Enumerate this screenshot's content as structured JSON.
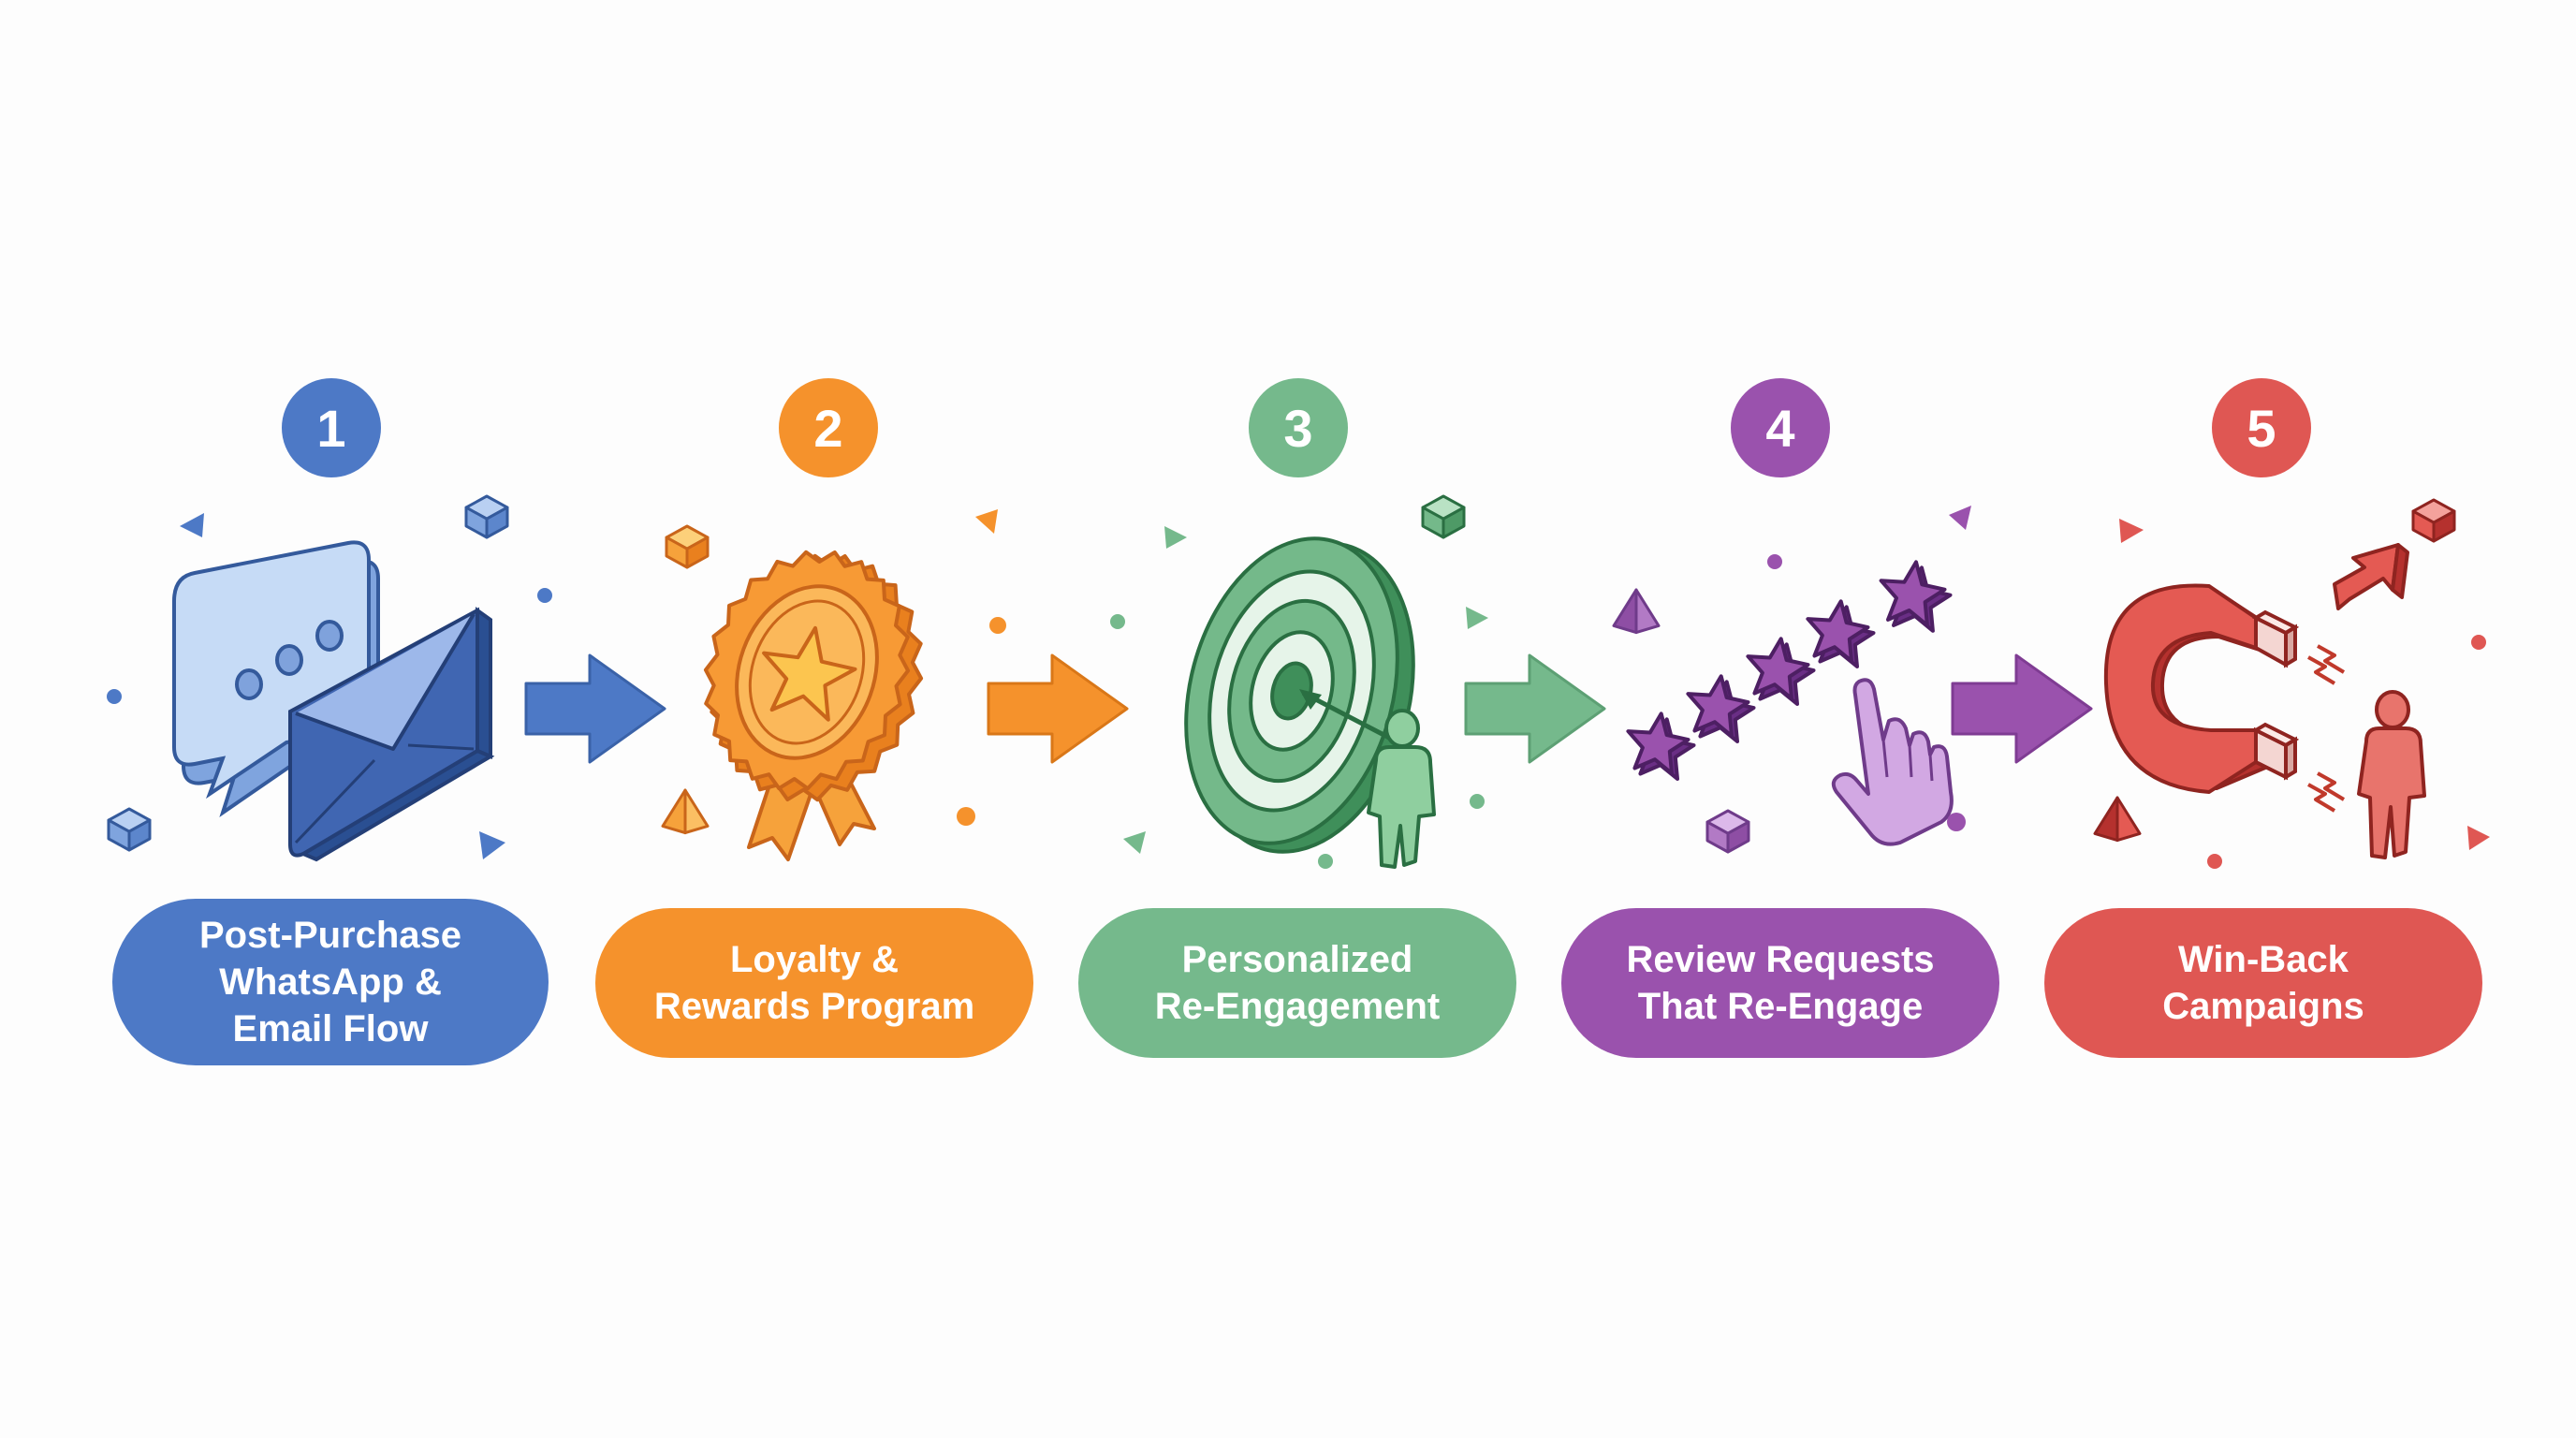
{
  "colors": {
    "blue": "#4d79c6",
    "orange": "#f5922c",
    "green": "#75b98c",
    "purple": "#9a52ad",
    "red": "#df5753"
  },
  "steps": [
    {
      "number": "1",
      "label": "Post-Purchase\nWhatsApp &\nEmail Flow",
      "icon": "chat-and-envelope-icon",
      "color": "#4d79c6"
    },
    {
      "number": "2",
      "label": "Loyalty &\nRewards Program",
      "icon": "award-ribbon-star-icon",
      "color": "#f5922c"
    },
    {
      "number": "3",
      "label": "Personalized\nRe-Engagement",
      "icon": "target-with-person-icon",
      "color": "#75b98c"
    },
    {
      "number": "4",
      "label": "Review Requests\nThat Re-Engage",
      "icon": "stars-and-pointer-hand-icon",
      "color": "#9a52ad"
    },
    {
      "number": "5",
      "label": "Win-Back\nCampaigns",
      "icon": "magnet-attracting-person-icon",
      "color": "#df5753"
    }
  ]
}
